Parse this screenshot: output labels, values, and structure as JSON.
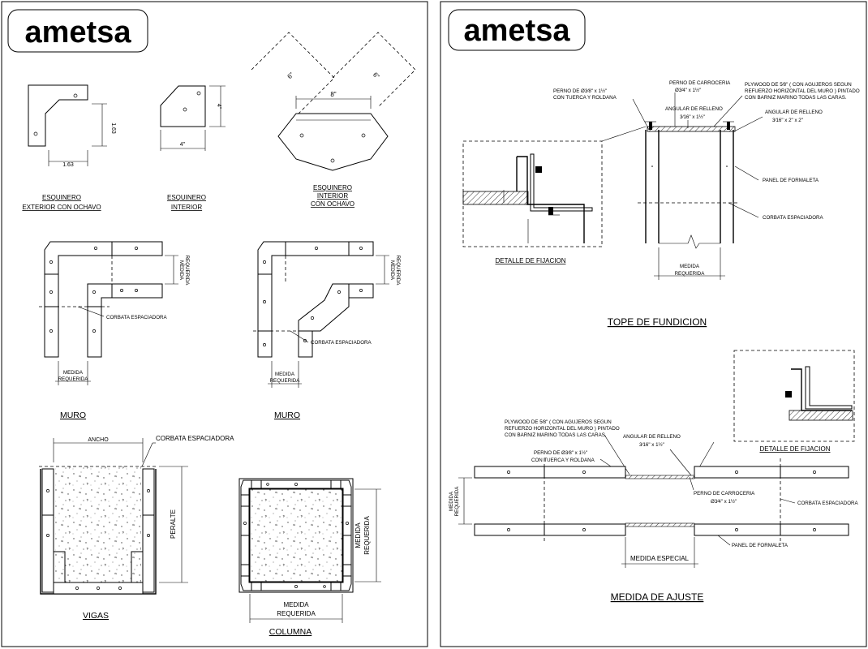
{
  "brand": {
    "logo_left": "ametsa",
    "logo_right": "ametsa"
  },
  "left": {
    "corner_ext": {
      "dim_h": "1.63",
      "dim_v": "1.63",
      "label_1": "ESQUINERO",
      "label_2": "EXTERIOR CON OCHAVO"
    },
    "corner_int": {
      "dim_h": "4\"",
      "dim_v": "4\"",
      "label_1": "ESQUINERO",
      "label_2": "INTERIOR"
    },
    "corner_int_chamfer": {
      "dim_a": "6\"",
      "dim_b": "6\"",
      "dim_w": "8\"",
      "label_1": "ESQUINERO",
      "label_2": "INTERIOR",
      "label_3": "CON OCHAVO"
    },
    "muro1": {
      "title": "MURO",
      "medida_1": "MEDIDA",
      "medida_2": "REQUERIDA",
      "side_1": "MEDIDA",
      "side_2": "REQUERIDA",
      "corbata": "CORBATA ESPACIADORA"
    },
    "muro2": {
      "title": "MURO",
      "medida_1": "MEDIDA",
      "medida_2": "REQUERIDA",
      "side_1": "MEDIDA",
      "side_2": "REQUERIDA",
      "corbata": "CORBATA ESPACIADORA"
    },
    "vigas": {
      "title": "VIGAS",
      "ancho": "ANCHO",
      "corbata": "CORBATA ESPACIADORA",
      "peralte": "PERALTE"
    },
    "columna": {
      "title": "COLUMNA",
      "medida_1": "MEDIDA",
      "medida_2": "REQUERIDA",
      "side_1": "MEDIDA",
      "side_2": "REQUERIDA"
    }
  },
  "right": {
    "tope": {
      "title": "TOPE DE FUNDICION",
      "perno_carroceria": "PERNO DE CARROCERIA",
      "perno_carroceria_dim": "Ø3⁄4\" x 1½\"",
      "perno_1": "PERNO DE  Ø3⁄8\" x 1½\"",
      "perno_2": "CON TUERCA Y ROLDANA",
      "plywood_1": "PLYWOOD DE 5⁄8\" ( CON AGUJEROS SEGUN",
      "plywood_2": "REFUERZO HORIZONTAL DEL MURO ) PINTADO",
      "plywood_3": "CON BARNIZ MARINO TODAS LAS CARAS.",
      "angular_1": "ANGULAR DE RELLENO",
      "angular_1_dim": "3⁄16\" x 1½\"",
      "angular_2": "ANGULAR DE RELLENO",
      "angular_2_dim": "3⁄16\" x 2\" x 2\"",
      "panel": "PANEL DE FORMALETA",
      "corbata": "CORBATA ESPACIADORA",
      "medida_1": "MEDIDA",
      "medida_2": "REQUERIDA",
      "detalle": "DETALLE DE FIJACION"
    },
    "ajuste": {
      "title": "MEDIDA DE AJUSTE",
      "plywood_1": "PLYWOOD DE 5⁄8\" ( CON AGUJEROS SEGUN",
      "plywood_2": "REFUERZO HORIZONTAL DEL MURO ) PINTADO",
      "plywood_3": "CON BARNIZ MARINO TODAS LAS CARAS.",
      "perno_1": "PERNO DE  Ø3⁄8\" x 1½\"",
      "perno_2": "CON TUERCA Y ROLDANA",
      "angular": "ANGULAR DE RELLENO",
      "angular_dim": "3⁄16\" x 1½\"",
      "perno_carroceria": "PERNO DE CARROCERIA",
      "perno_carroceria_dim": "Ø3⁄4\" x 1½\"",
      "corbata": "CORBATA ESPACIADORA",
      "panel": "PANEL DE FORMALETA",
      "medida_especial": "MEDIDA ESPECIAL",
      "side_1": "MEDIDA",
      "side_2": "REQUERIDA",
      "detalle": "DETALLE DE FIJACION"
    }
  }
}
